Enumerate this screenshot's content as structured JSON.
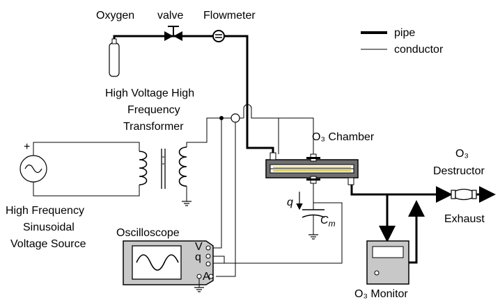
{
  "labels": {
    "oxygen": "Oxygen",
    "valve": "valve",
    "flowmeter": "Flowmeter",
    "transformer_l1": "High Voltage High",
    "transformer_l2": "Frequency",
    "transformer_l3": "Transformer",
    "source_l1": "High Frequency",
    "source_l2": "Sinusoidal",
    "source_l3": "Voltage Source",
    "source_plus": "+",
    "chamber": "O₃ Chamber",
    "destructor_l1": "O₃",
    "destructor_l2": "Destructor",
    "exhaust": "Exhaust",
    "monitor": "O₃ Monitor",
    "oscilloscope": "Oscilloscope",
    "charge": "q",
    "capacitor_main": "C",
    "capacitor_sub": "m",
    "scope_v": "V",
    "scope_q": "q",
    "scope_a": "A"
  },
  "legend": {
    "pipe": "pipe",
    "conductor": "conductor"
  },
  "colors": {
    "line": "#000000",
    "chamber_fill": "#6f6f6f",
    "chamber_inner": "#ffffff",
    "electrode": "#d8c84a",
    "scope_fill": "#c8c8c8",
    "monitor_fill": "#c8c8c8"
  },
  "icons": [
    "oxygen-cylinder-icon",
    "valve-icon",
    "flowmeter-icon",
    "ac-source-icon",
    "transformer-icon",
    "ground-icon",
    "capacitor-icon",
    "sine-wave-icon",
    "destructor-icon",
    "arrow-icon"
  ]
}
